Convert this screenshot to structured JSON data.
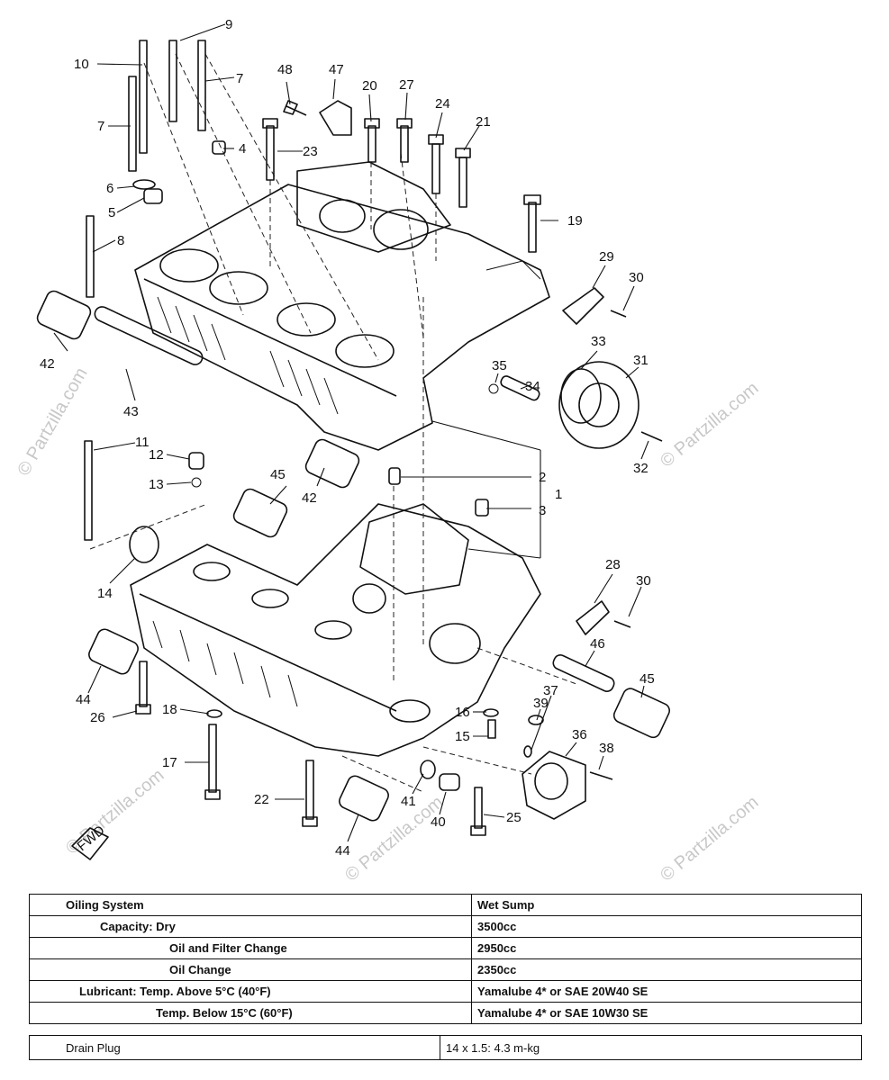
{
  "watermark": "© Partzilla.com",
  "fwd_label": "FWD",
  "callouts": [
    "1",
    "2",
    "3",
    "4",
    "5",
    "6",
    "7",
    "7",
    "8",
    "9",
    "10",
    "11",
    "12",
    "13",
    "14",
    "15",
    "16",
    "17",
    "18",
    "19",
    "20",
    "21",
    "22",
    "23",
    "24",
    "25",
    "26",
    "27",
    "28",
    "29",
    "30",
    "30",
    "31",
    "32",
    "33",
    "34",
    "35",
    "36",
    "37",
    "38",
    "39",
    "40",
    "41",
    "42",
    "42",
    "43",
    "44",
    "44",
    "45",
    "45",
    "46",
    "47",
    "48"
  ],
  "spec_rows": [
    {
      "label": "Oiling System",
      "value": "Wet Sump"
    },
    {
      "label": "Capacity: Dry",
      "value": "3500cc"
    },
    {
      "label": "Oil and Filter Change",
      "value": "2950cc"
    },
    {
      "label": "Oil Change",
      "value": "2350cc"
    },
    {
      "label": "Lubricant: Temp. Above 5°C (40°F)",
      "value": "Yamalube 4* or SAE 20W40 SE"
    },
    {
      "label": "Temp. Below 15°C (60°F)",
      "value": "Yamalube 4* or SAE 10W30 SE"
    }
  ],
  "drain_plug": {
    "label": "Drain Plug",
    "value": "14 x 1.5: 4.3 m-kg"
  }
}
